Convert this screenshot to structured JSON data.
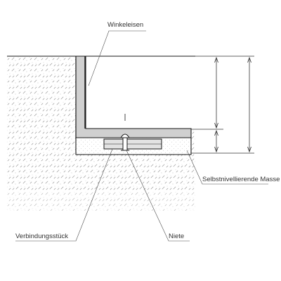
{
  "labels": {
    "angle_iron": "Winkeleisen",
    "self_leveling_compound": "Selbstnivellierende Masse",
    "connector_piece": "Verbindungsstück",
    "rivet": "Niete"
  },
  "colors": {
    "line": "#1a1a1a",
    "hatch": "#9a9a9a",
    "steel_fill": "#d0d0d0",
    "connector_fill": "#e2e2e2",
    "background": "#ffffff"
  }
}
